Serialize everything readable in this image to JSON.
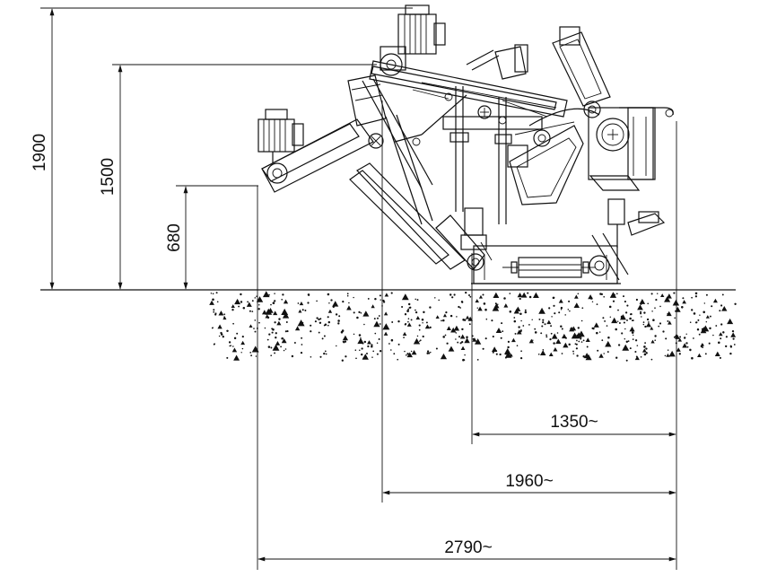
{
  "diagram": {
    "vertical_dimensions": [
      {
        "id": "h1900",
        "label": "1900"
      },
      {
        "id": "h1500",
        "label": "1500"
      },
      {
        "id": "h680",
        "label": "680"
      }
    ],
    "horizontal_dimensions": [
      {
        "id": "w1350",
        "label": "1350~"
      },
      {
        "id": "w1960",
        "label": "1960~"
      },
      {
        "id": "w2790",
        "label": "2790~"
      }
    ],
    "colors": {
      "line": "#111111",
      "background": "#ffffff"
    }
  }
}
